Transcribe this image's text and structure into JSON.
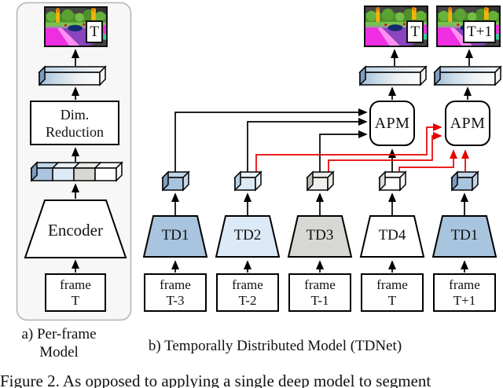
{
  "panel_a": {
    "image_label": "T",
    "dim_reduction": {
      "line1": "Dim.",
      "line2": "Reduction"
    },
    "encoder_label": "Encoder",
    "frame": {
      "line1": "frame",
      "line2": "T"
    },
    "caption": {
      "line1": "a) Per-frame",
      "line2": "Model"
    }
  },
  "panel_b": {
    "caption": "b) Temporally Distributed Model (TDNet)",
    "images": [
      {
        "label": "T"
      },
      {
        "label": "T+1"
      }
    ],
    "apm": [
      {
        "label": "APM"
      },
      {
        "label": "APM"
      }
    ],
    "td": [
      {
        "label": "TD1"
      },
      {
        "label": "TD2"
      },
      {
        "label": "TD3"
      },
      {
        "label": "TD4"
      },
      {
        "label": "TD1"
      }
    ],
    "frames": [
      {
        "line1": "frame",
        "line2": "T-3"
      },
      {
        "line1": "frame",
        "line2": "T-2"
      },
      {
        "line1": "frame",
        "line2": "T-1"
      },
      {
        "line1": "frame",
        "line2": "T"
      },
      {
        "line1": "frame",
        "line2": "T+1"
      }
    ]
  },
  "figure_caption": "Figure 2. As opposed to applying a single deep model to segment",
  "colors": {
    "td1_fill": "#a9c4de",
    "td2_fill": "#dce9f6",
    "td3_fill": "#d7d7d3",
    "td4_fill": "#ffffff",
    "connection_black": "#000000",
    "connection_red": "#e60000"
  }
}
